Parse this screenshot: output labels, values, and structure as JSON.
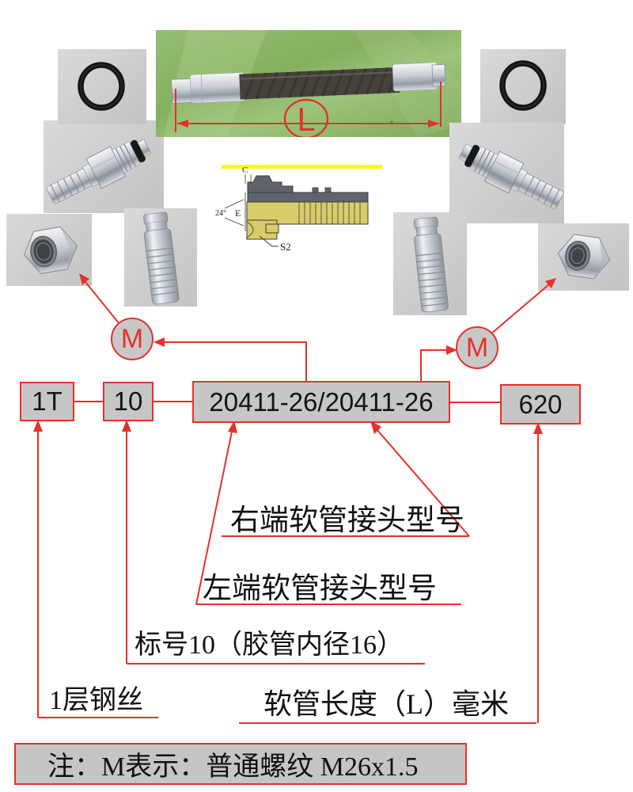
{
  "hose_photo": {
    "dimension_label": "L"
  },
  "drawing": {
    "label_c": "C",
    "label_angle": "24°",
    "label_e": "E",
    "label_s2": "S2"
  },
  "thread_symbol": {
    "left": "M",
    "right": "M"
  },
  "code_boxes": {
    "wire": "1T",
    "size": "10",
    "fittings": "20411-26/20411-26",
    "length": "620"
  },
  "callouts": {
    "right_fitting": "右端软管接头型号",
    "left_fitting": "左端软管接头型号",
    "size": "标号10（胶管内径16）",
    "wire": "1层钢丝",
    "length": "软管长度（L）毫米"
  },
  "note": "注：M表示：普通螺纹 M26x1.5",
  "colors": {
    "accent_red": "#e3322b",
    "box_fill": "#c6c6c6",
    "photo_bg": "#d2d2d2",
    "green_bg": "#8ab164",
    "drawing_yellow": "#d9cc6a",
    "dark_steel": "#5f646b",
    "highlight_yellow": "#f6f600"
  }
}
